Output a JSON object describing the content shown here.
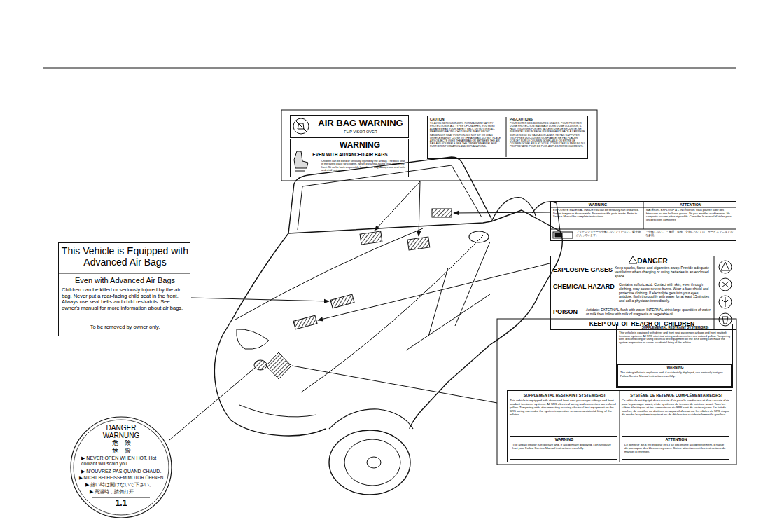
{
  "diagram": {
    "nodes": [
      {
        "text": [
          "AIR BAG WARNING",
          "FLIP VISOR OVER"
        ]
      },
      {
        "text": [
          "WARNING",
          "EVEN WITH ADVANCED AIR BAGS",
          "Children can be killed or seriously injured by the air bag. The back seat is the safest place for children. Never put a rear-facing child seat in the front. Sit as far back as possible from the air bag. Always use seat belts and child restraints."
        ]
      },
      {
        "text": [
          "CAUTION",
          "TO AVOID SERIOUS INJURY: FOR MAXIMUM SAFETY PROTECTION IN ALL TYPES OF CRASHES, YOU MUST ALWAYS WEAR YOUR SAFETY BELT. DO NOT INSTALL REARWARD-FACING CHILD SEATS IN ANY FRONT PASSENGER SEAT POSITION. DO NOT SIT OR LEAN UNNECESSARILY CLOSE TO THE AIR BAG. DO NOT PLACE ANY OBJECTS OVER THE AIR BAG OR BETWEEN THE AIR BAG AND YOURSELF. SEE THE OWNER'S MANUAL FOR FURTHER INFORMATION AND EXPLANATIONS.",
          "PRECAUTIONS",
          "POUR EVITER DES BLESSURES GRAVES: POUR PROFITER D'UNE PROTECTION MAXIMALE LORS D'UNE COLLISION, IL FAUT TOUJOURS PORTER SA CEINTURE DE SECURITE. NE PAS INSTALLER UN SIEGE POUR ENFANTS FACE A L'ARRIERE SUR LE SIEGE DU PASSAGER AVANT. NE PAS S'APPUYER TROP PRES DU COUSSIN GONFLABLE. NE PAS PLACER D'OBJET SUR LE COUSSIN GONFLABLE OU ENTRE LE COUSSIN GONFLABLE ET VOUS. CONSULTER LE MANUEL DU PROPRIETAIRE POUR DE PLUS AMPLES RENSEIGNEMENTS."
        ]
      },
      {
        "text": [
          "WARNING",
          "EXPLOSIVE MATERIAL INSIDE You can be seriously hurt or burned. Do not tamper or disassemble. No serviceable parts inside. Refer to Service Manual for complete instructions",
          "ATTENTION",
          "MATÉRIEL EXPLOSIF À L'INTÉRIEUR Vous pouvez subir des blessures ou des brûlures graves. Ne pas modifier ou démonter. Ne comporte aucune pièce réparable. Consulter le manuel d'atelier pour les directives complètes",
          "プリテンショナーを分解しないでください。爆発物が入っています。",
          "・分解しない。 ・修理、点検、交換については、サービスマニュアルを参照。"
        ]
      },
      {
        "text": [
          "DANGER",
          "EXPLOSIVE GASES",
          "Keep sparks, flame and cigarettes away. Provide adequate ventilation when charging or using batteries in an enclosed space.",
          "CHEMICAL HAZARD",
          "Contains sulfuric acid. Contact with skin, even through clothing, may cause severe burns. Wear a face shield and protective clothing. If electrolyte gets into your eyes, antidote: flush thoroughly with water for at least 15minutes and call a physician immediately.",
          "POISON",
          "Antidote: EXTERNAL-flush with water. INTERNAL-drink large quantities of water or milk then follow with milk of magnesia or vegetable oil.",
          "KEEP OUT OF REACH OF CHILDREN"
        ]
      },
      {
        "text": [
          "This Vehicle is Equipped with Advanced Air Bags",
          "Even with Advanced Air Bags",
          "Children can be killed or seriously injured by the air bag. Never put a rear-facing child seat in the front. Always use seat belts and child restraints. See owner's manual for more information about air bags.",
          "To be removed by owner only."
        ]
      },
      {
        "text": [
          "DANGER",
          "WARNUNG",
          "危　険",
          "危　险",
          "▶ NEVER OPEN WHEN HOT. Hot coolant will scald you.",
          "▶ N'OUVREZ PAS QUAND CHAUD.",
          "▶ NICHT BEI HEISSEM MOTOR ÖFFNEN.",
          "▶ 熱い時は開けないで下さい。",
          "▶ 高温時，請勿打开",
          "1.1"
        ]
      },
      {
        "text": [
          "SUPPLEMENTAL RESTRAINT SYSTEM(SRS)",
          "This vehicle is equipped with driver and front seat passenger airbags and front seatbelt tensioner systems. All SRS electrical wiring and connectors are colored yellow. Tampering with, disconnecting or using electrical test equipment on the SRS wiring can make the system inoperative or cause accidental firing of the inflator."
        ]
      },
      {
        "text": [
          "WARNING",
          "The airbag inflator is explosive and, if accidentally deployed, can seriously hurt you. Follow Service Manual instructions carefully."
        ],
        "in": 7
      },
      {
        "text": [
          "SUPPLEMENTAL RESTRAINT SYSTEM(SRS)",
          "This vehicle is equipped with driver and front seat passenger airbags and front seatbelt tensioner systems. All SRS electrical wiring and connectors are colored yellow. Tampering with, disconnecting or using electrical test equipment on the SRS wiring can make the system inoperative or cause accidental firing of the inflator.",
          "SYSTÈME DE RETENUE COMPLÉMENTAIRE(SRS)",
          "Ce véhicule est équipé d'un coussin d'air pour le conducteur et d'un coussin d'air pour le passager avant, et de systèmes de tension de ceinture avant. Tous les câbles électriques et les connecteurs du SRS sont de couleur jaune. Le fait de toucher, de modifier ou d'utiliser un appareil d'essai sur les câbles du SRS risque de rendre le système inopérant ou de déclencher accidentellement le gonfleur."
        ]
      },
      {
        "text": [
          "WARNING",
          "The airbag inflator is explosive and, if accidentally deployed, can seriously hurt you. Follow Service Manual instructions carefully."
        ],
        "in": 9
      },
      {
        "text": [
          "ATTENTION",
          "Le gonfleur SRS est explosif et s'il se déclenche accidentellement, il risque de provoquer des blessures graves. Suivre attentivement les instructions du manuel d'entretien."
        ],
        "in": 9
      }
    ]
  }
}
